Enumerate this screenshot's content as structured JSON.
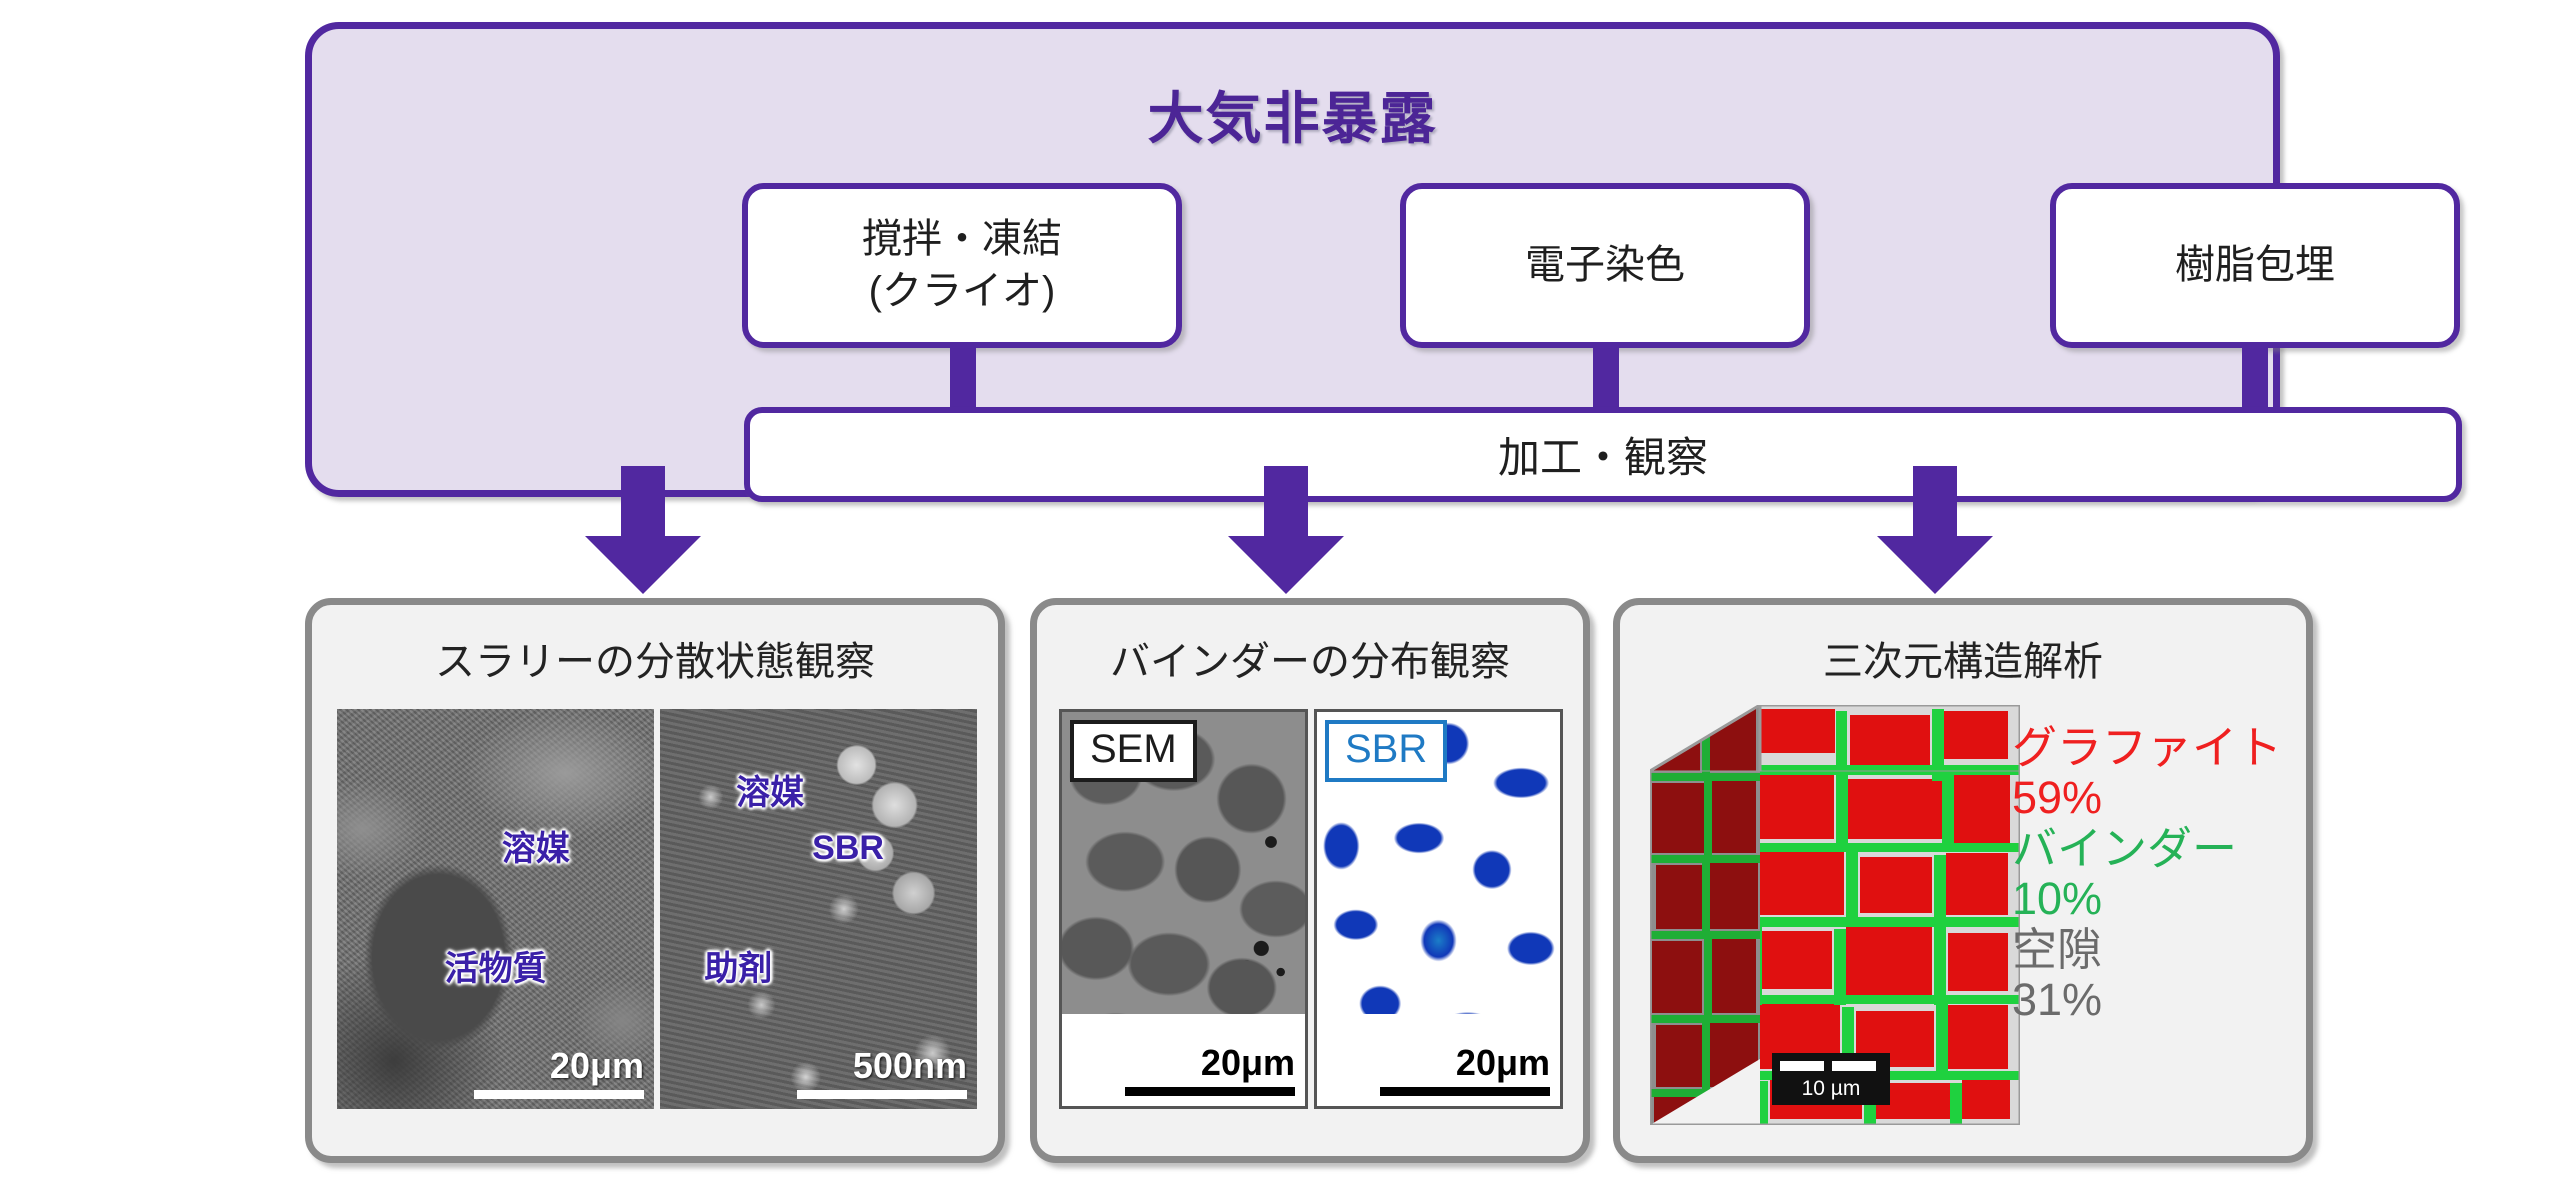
{
  "top": {
    "title": "大気非暴露",
    "accent_color": "#5128a0",
    "fill_color": "#e4ddee",
    "process_boxes": [
      {
        "label_line1": "撹拌・凍結",
        "label_line2": "(クライオ)"
      },
      {
        "label_line1": "電子染色",
        "label_line2": ""
      },
      {
        "label_line1": "樹脂包埋",
        "label_line2": ""
      }
    ],
    "process_bar_label": "加工・観察"
  },
  "panels": [
    {
      "title": "スラリーの分散状態観察",
      "images": [
        {
          "kind": "sem-micrograph",
          "labels": [
            "溶媒",
            "活物質"
          ],
          "scalebar": "20μm"
        },
        {
          "kind": "sem-micrograph",
          "labels": [
            "溶媒",
            "SBR",
            "助剤"
          ],
          "scalebar": "500nm"
        }
      ]
    },
    {
      "title": "バインダーの分布観察",
      "images": [
        {
          "kind": "sem-micrograph",
          "tag": "SEM",
          "tag_color": "#1c1c1c",
          "scalebar": "20μm"
        },
        {
          "kind": "sbr-map",
          "tag": "SBR",
          "tag_color": "#1f7ac4",
          "scalebar": "20μm"
        }
      ]
    },
    {
      "title": "三次元構造解析",
      "cube": {
        "scalebar": "10 µm",
        "colors": {
          "graphite": "#e01010",
          "binder": "#1fd13f",
          "pore": "#c8c8c8"
        }
      },
      "legend": [
        {
          "name": "グラファイト",
          "value": "59%",
          "color": "#ef2020"
        },
        {
          "name": "バインダー",
          "value": "10%",
          "color": "#25b257"
        },
        {
          "name": "空隙",
          "value": "31%",
          "color": "#6b6b6b"
        }
      ]
    }
  ]
}
